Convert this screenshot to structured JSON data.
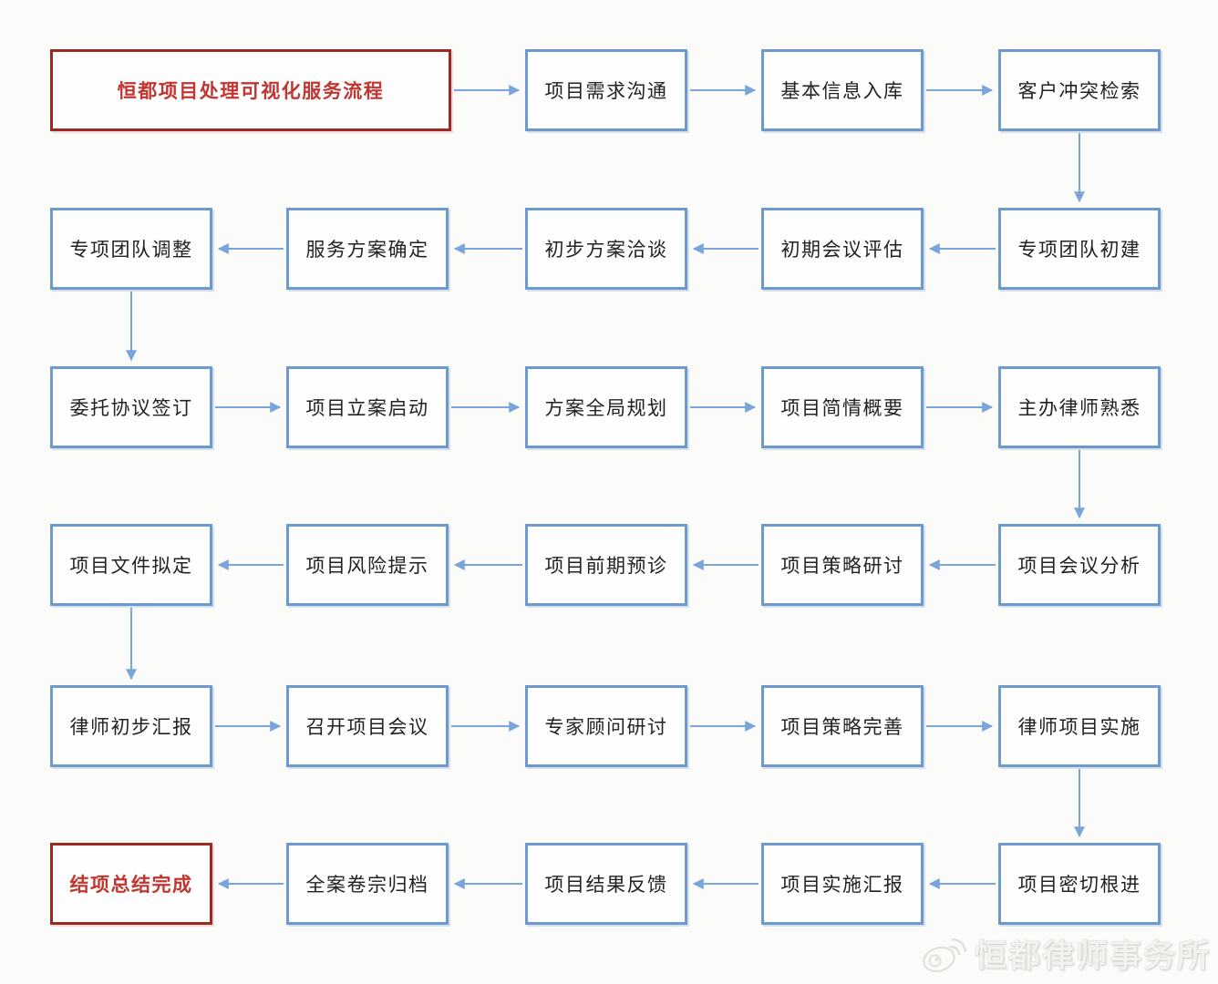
{
  "title": "恒都项目处理可视化服务流程",
  "colors": {
    "box_border_blue": "#6d9ace",
    "arrow_blue": "#7aa5dc",
    "box_text": "#222222",
    "red_border": "#9c2a23",
    "red_text": "#c23530",
    "background": "#fbfbf9",
    "watermark_text_color": "#f3f2ee"
  },
  "flow": {
    "nodes": [
      {
        "id": "start",
        "label": "恒都项目处理可视化服务流程",
        "row": 0,
        "col": 0,
        "span": 2,
        "style": "red"
      },
      {
        "id": "n01",
        "label": "项目需求沟通",
        "row": 0,
        "col": 2
      },
      {
        "id": "n02",
        "label": "基本信息入库",
        "row": 0,
        "col": 3
      },
      {
        "id": "n03",
        "label": "客户冲突检索",
        "row": 0,
        "col": 4
      },
      {
        "id": "n04",
        "label": "专项团队初建",
        "row": 1,
        "col": 4
      },
      {
        "id": "n05",
        "label": "初期会议评估",
        "row": 1,
        "col": 3
      },
      {
        "id": "n06",
        "label": "初步方案洽谈",
        "row": 1,
        "col": 2
      },
      {
        "id": "n07",
        "label": "服务方案确定",
        "row": 1,
        "col": 1
      },
      {
        "id": "n08",
        "label": "专项团队调整",
        "row": 1,
        "col": 0
      },
      {
        "id": "n09",
        "label": "委托协议签订",
        "row": 2,
        "col": 0
      },
      {
        "id": "n10",
        "label": "项目立案启动",
        "row": 2,
        "col": 1
      },
      {
        "id": "n11",
        "label": "方案全局规划",
        "row": 2,
        "col": 2
      },
      {
        "id": "n12",
        "label": "项目简情概要",
        "row": 2,
        "col": 3
      },
      {
        "id": "n13",
        "label": "主办律师熟悉",
        "row": 2,
        "col": 4
      },
      {
        "id": "n14",
        "label": "项目会议分析",
        "row": 3,
        "col": 4
      },
      {
        "id": "n15",
        "label": "项目策略研讨",
        "row": 3,
        "col": 3
      },
      {
        "id": "n16",
        "label": "项目前期预诊",
        "row": 3,
        "col": 2
      },
      {
        "id": "n17",
        "label": "项目风险提示",
        "row": 3,
        "col": 1
      },
      {
        "id": "n18",
        "label": "项目文件拟定",
        "row": 3,
        "col": 0
      },
      {
        "id": "n19",
        "label": "律师初步汇报",
        "row": 4,
        "col": 0
      },
      {
        "id": "n20",
        "label": "召开项目会议",
        "row": 4,
        "col": 1
      },
      {
        "id": "n21",
        "label": "专家顾问研讨",
        "row": 4,
        "col": 2
      },
      {
        "id": "n22",
        "label": "项目策略完善",
        "row": 4,
        "col": 3
      },
      {
        "id": "n23",
        "label": "律师项目实施",
        "row": 4,
        "col": 4
      },
      {
        "id": "n24",
        "label": "项目密切根进",
        "row": 5,
        "col": 4
      },
      {
        "id": "n25",
        "label": "项目实施汇报",
        "row": 5,
        "col": 3
      },
      {
        "id": "n26",
        "label": "项目结果反馈",
        "row": 5,
        "col": 2
      },
      {
        "id": "n27",
        "label": "全案卷宗归档",
        "row": 5,
        "col": 1
      },
      {
        "id": "end",
        "label": "结项总结完成",
        "row": 5,
        "col": 0,
        "style": "red"
      }
    ],
    "arrows": [
      {
        "from": "start",
        "to": "n01"
      },
      {
        "from": "n01",
        "to": "n02"
      },
      {
        "from": "n02",
        "to": "n03"
      },
      {
        "from": "n03",
        "to": "n04"
      },
      {
        "from": "n04",
        "to": "n05"
      },
      {
        "from": "n05",
        "to": "n06"
      },
      {
        "from": "n06",
        "to": "n07"
      },
      {
        "from": "n07",
        "to": "n08"
      },
      {
        "from": "n08",
        "to": "n09"
      },
      {
        "from": "n09",
        "to": "n10"
      },
      {
        "from": "n10",
        "to": "n11"
      },
      {
        "from": "n11",
        "to": "n12"
      },
      {
        "from": "n12",
        "to": "n13"
      },
      {
        "from": "n13",
        "to": "n14"
      },
      {
        "from": "n14",
        "to": "n15"
      },
      {
        "from": "n15",
        "to": "n16"
      },
      {
        "from": "n16",
        "to": "n17"
      },
      {
        "from": "n17",
        "to": "n18"
      },
      {
        "from": "n18",
        "to": "n19"
      },
      {
        "from": "n19",
        "to": "n20"
      },
      {
        "from": "n20",
        "to": "n21"
      },
      {
        "from": "n21",
        "to": "n22"
      },
      {
        "from": "n22",
        "to": "n23"
      },
      {
        "from": "n23",
        "to": "n24"
      },
      {
        "from": "n24",
        "to": "n25"
      },
      {
        "from": "n25",
        "to": "n26"
      },
      {
        "from": "n26",
        "to": "n27"
      },
      {
        "from": "n27",
        "to": "end"
      }
    ]
  },
  "watermark": {
    "text": "恒都律师事务所",
    "icon": "weibo-logo-icon"
  }
}
